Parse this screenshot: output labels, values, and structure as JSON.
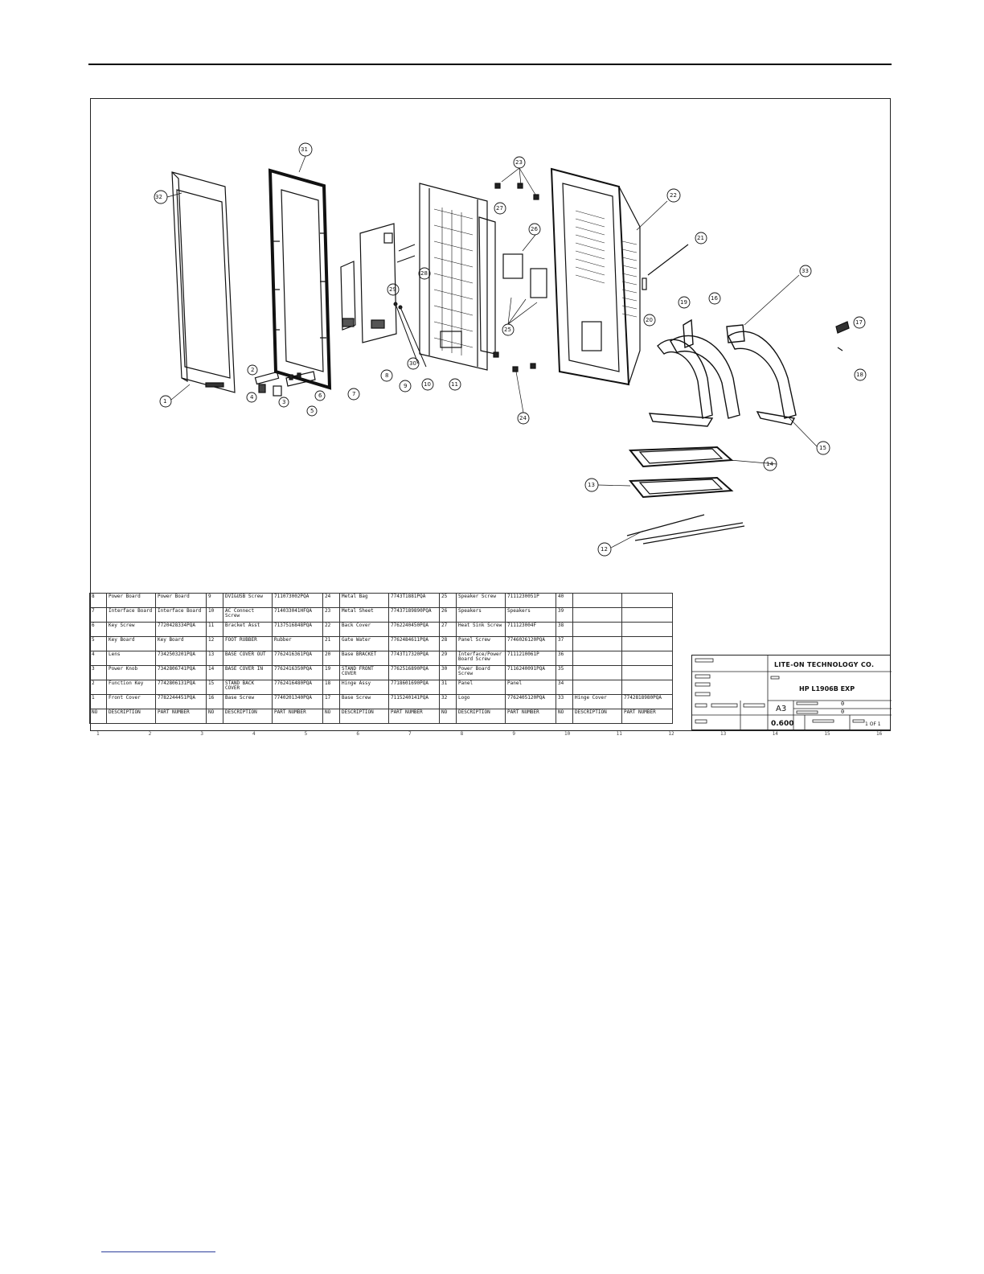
{
  "drawing": {
    "callouts": [
      "1",
      "2",
      "3",
      "4",
      "5",
      "6",
      "7",
      "8",
      "9",
      "10",
      "11",
      "12",
      "13",
      "14",
      "15",
      "16",
      "17",
      "18",
      "19",
      "20",
      "21",
      "22",
      "23",
      "24",
      "25",
      "26",
      "27",
      "28",
      "29",
      "30",
      "31",
      "32",
      "33"
    ]
  },
  "parts_table": {
    "rows": [
      [
        "8",
        "Power Board",
        "Power Board",
        "9",
        "DVI&USB Screw",
        "711073002PQA",
        "24",
        "Metal Bag",
        "7743T1881PQA",
        "25",
        "Speaker Screw",
        "7111230051P",
        "40",
        "",
        ""
      ],
      [
        "7",
        "Interface Board",
        "Interface Board",
        "10",
        "AC Connect Screw",
        "714033041HFQA",
        "23",
        "Metal Sheet",
        "77437189890PQA",
        "26",
        "Speakers",
        "Speakers",
        "39",
        "",
        ""
      ],
      [
        "6",
        "Key Screw",
        "7720428334PQA",
        "11",
        "Bracket Asst",
        "7137516848PQA",
        "22",
        "Back Cover",
        "7762240450PQA",
        "27",
        "Heat Sink Screw",
        "711123004F",
        "38",
        "",
        ""
      ],
      [
        "5",
        "Key Board",
        "Key Board",
        "12",
        "FOOT RUBBER",
        "Rubber",
        "21",
        "Gate Water",
        "7762484611PQA",
        "28",
        "Panel Screw",
        "7746026120PQA",
        "37",
        "",
        ""
      ],
      [
        "4",
        "Lens",
        "7342503201PQA",
        "13",
        "BASE COVER OUT",
        "7762416361PQA",
        "20",
        "Base BRACKET",
        "7743T17320PQA",
        "29",
        "Interface/Power Board Screw",
        "7111210061P",
        "36",
        "",
        ""
      ],
      [
        "3",
        "Power Knob",
        "7342806741PQA",
        "14",
        "BASE COVER IN",
        "7762416350PQA",
        "19",
        "STAND FRONT COVER",
        "7762516890PQA",
        "30",
        "Power Board Screw",
        "7116240091PQA",
        "35",
        "",
        ""
      ],
      [
        "2",
        "Function Key",
        "7742806131PQA",
        "15",
        "STAND BACK COVER",
        "7762416480PQA",
        "18",
        "Hinge Assy",
        "7718601690PQA",
        "31",
        "Panel",
        "Panel",
        "34",
        "",
        ""
      ],
      [
        "1",
        "Front Cover",
        "7782244451PQA",
        "16",
        "Base Screw",
        "7740201340PQA",
        "17",
        "Base Screw",
        "7115240141PQA",
        "32",
        "Logo",
        "7762405120PQA",
        "33",
        "Hinge Cover",
        "7742818980PQA"
      ],
      [
        "NO",
        "DESCRIPTION",
        "PART NUMBER",
        "NO",
        "DESCRIPTION",
        "PART NUMBER",
        "NO",
        "DESCRIPTION",
        "PART NUMBER",
        "NO",
        "DESCRIPTION",
        "PART NUMBER",
        "NO",
        "DESCRIPTION",
        "PART NUMBER"
      ]
    ]
  },
  "title_block": {
    "company": "LITE-ON TECHNOLOGY CO.",
    "model": "HP L1906B EXP",
    "size_label": "A3",
    "scale": "0.600",
    "sheet": "1 OF 1",
    "drawing_no_1": "0",
    "drawing_no_2": "0"
  },
  "zone_labels": [
    "1",
    "2",
    "3",
    "4",
    "5",
    "6",
    "7",
    "8",
    "9",
    "10",
    "11",
    "12",
    "13",
    "14",
    "15",
    "16"
  ],
  "colors": {
    "ink": "#111111",
    "footer_rule": "#2d3e9c"
  }
}
